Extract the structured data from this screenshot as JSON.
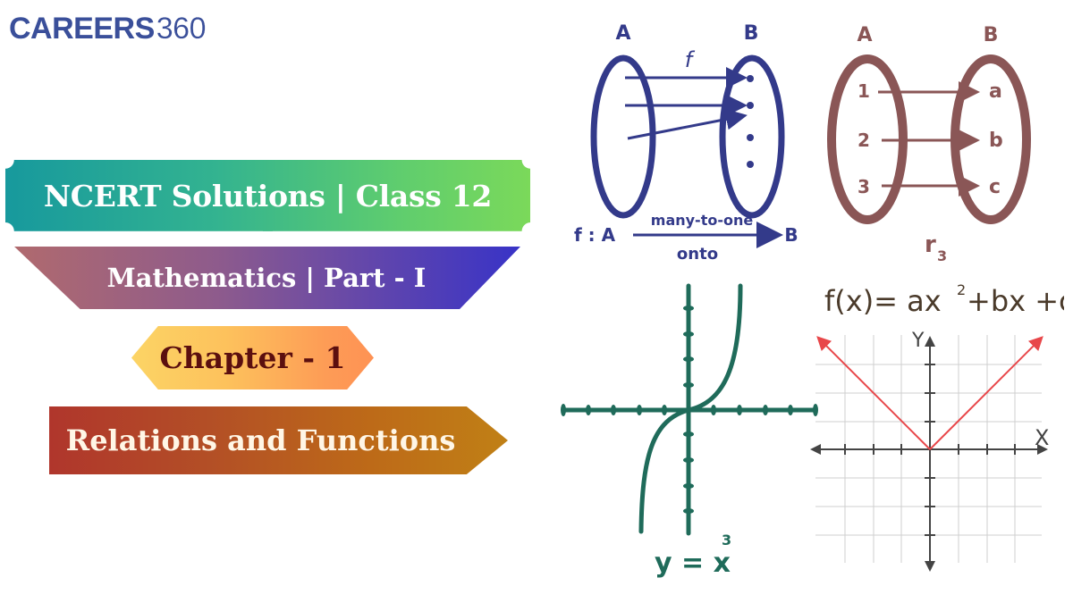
{
  "logo": {
    "brand": "CAREERS",
    "suffix": "360",
    "color": "#3a4f9a"
  },
  "banners": {
    "title": {
      "text": "NCERT Solutions | Class 12",
      "gradient": [
        "#17999d",
        "#7bd95a"
      ]
    },
    "subject": {
      "text": "Mathematics | Part - I",
      "gradient": [
        "#b06a6e",
        "#3833c7"
      ]
    },
    "chapter": {
      "text": "Chapter - 1",
      "gradient": [
        "#fcd465",
        "#fe9254"
      ],
      "text_color": "#5b0f0f"
    },
    "topic": {
      "text": "Relations and Functions",
      "gradient": [
        "#b0362c",
        "#c08016"
      ]
    }
  },
  "illustrations": {
    "many_to_one": {
      "set_a": "A",
      "set_b": "B",
      "function_label": "f",
      "mapping_prefix": "f : A",
      "above_arrow": "many-to-one",
      "below_arrow": "onto",
      "target": "B",
      "color": "#333a8a"
    },
    "relation_r3": {
      "set_a": "A",
      "set_b": "B",
      "a_items": [
        "1",
        "2",
        "3"
      ],
      "b_items": [
        "a",
        "b",
        "c"
      ],
      "caption": "r",
      "caption_sub": "3",
      "color": "#8a5656"
    },
    "cubic_graph": {
      "caption": "y = x",
      "caption_exp": "3",
      "color": "#1f6b5a"
    },
    "abs_graph": {
      "formula": "f(x)= ax",
      "formula_exp": "2",
      "formula_rest": "+bx +c",
      "x_label": "X",
      "y_label": "Y",
      "line_color": "#e8474a"
    }
  }
}
